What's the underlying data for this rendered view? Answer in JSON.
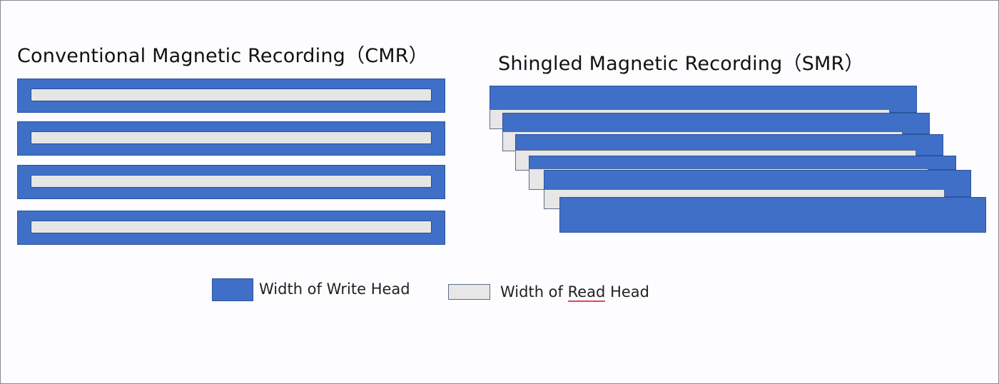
{
  "cmr": {
    "title": "Conventional Magnetic Recording（CMR）",
    "track_count": 4
  },
  "smr": {
    "title": "Shingled Magnetic Recording（SMR）",
    "track_count": 6
  },
  "legend": {
    "write_head": {
      "label": "Width of Write Head",
      "color": "#3f6fc6"
    },
    "read_head": {
      "label_prefix": "Width of ",
      "label_word": "Read",
      "label_suffix": " Head",
      "color": "#e8e6e6"
    }
  }
}
